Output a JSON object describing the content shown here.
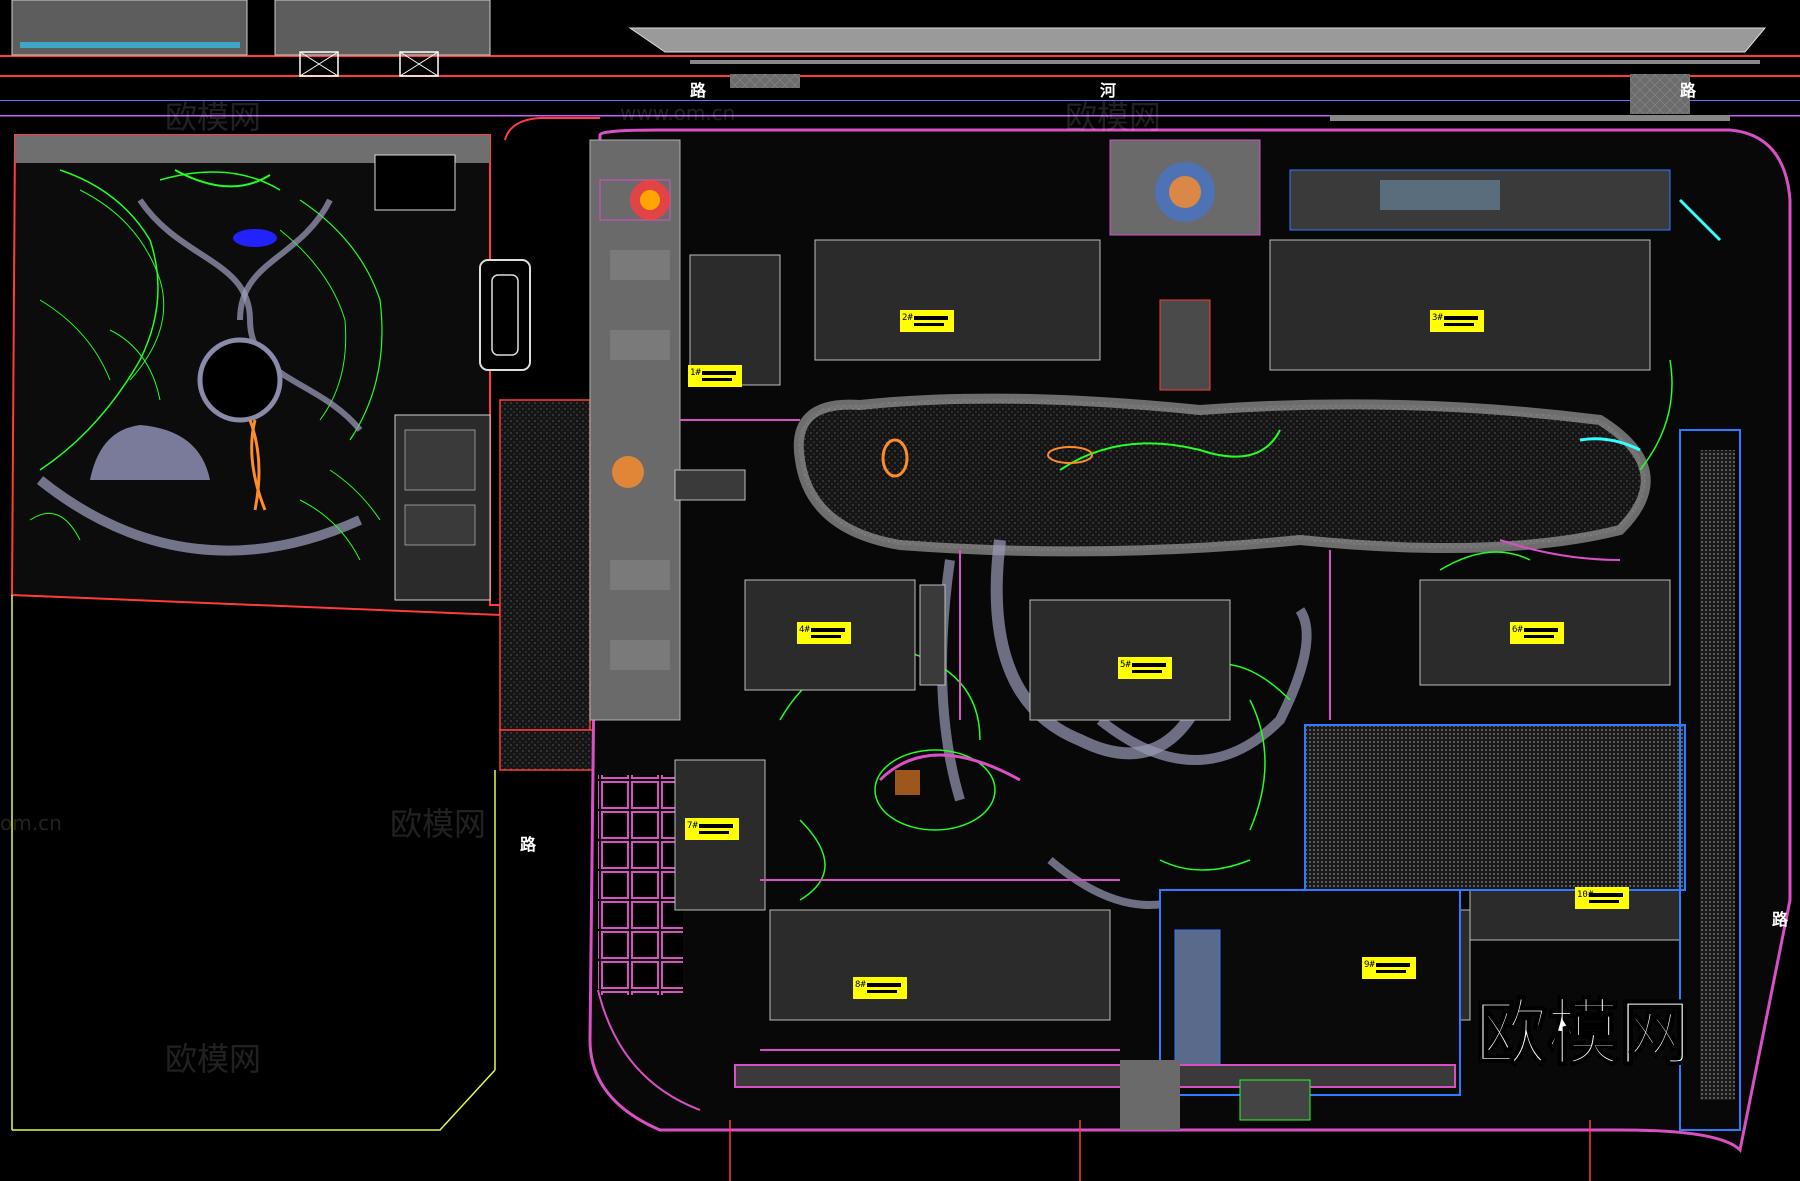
{
  "watermark": {
    "brand": "欧模网",
    "small_brand": "欧模网",
    "domain": "www.om.cn",
    "domain_fragment": "om.cn"
  },
  "road_labels": {
    "north_1": "路",
    "north_2": "河",
    "north_3": "路",
    "west_mid": "路",
    "east_edge": "路"
  },
  "colors": {
    "background": "#000000",
    "boundary": "#ff3b3b",
    "road": "#b9b9b9",
    "building": "#2b2b2b",
    "green_line": "#22ff22",
    "path_pink": "#e06bff",
    "blue_line": "#2f7bff",
    "label_bg": "#ffff00"
  },
  "building_tags": [
    "1#",
    "2#",
    "3#",
    "4#",
    "5#",
    "6#",
    "7#",
    "8#",
    "9#",
    "10#"
  ]
}
